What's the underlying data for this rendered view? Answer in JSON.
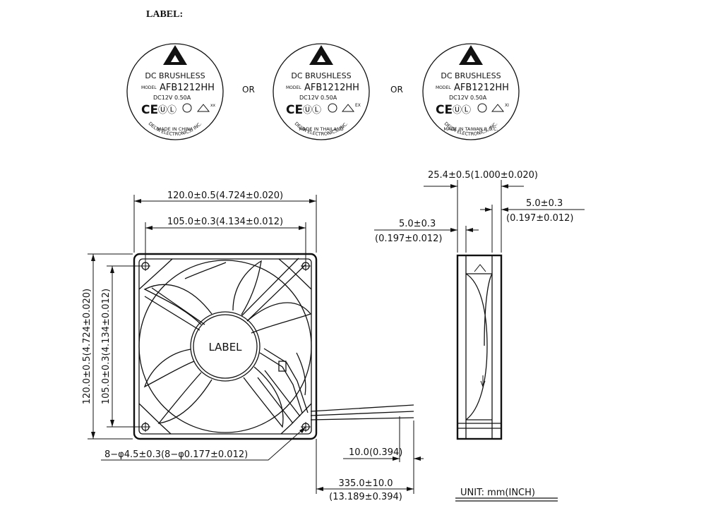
{
  "label_heading": "LABEL:",
  "or_text": "OR",
  "labels": [
    {
      "line1": "DC BRUSHLESS",
      "model_word": "MODEL",
      "model": "AFB1212HH",
      "rating": "DC12V   0.50A",
      "brand": "DELTA ELECTRONICS, INC.",
      "origin": "MADE IN CHINA",
      "suffix": "xx"
    },
    {
      "line1": "DC BRUSHLESS",
      "model_word": "MODEL",
      "model": "AFB1212HH",
      "rating": "DC12V   0.50A",
      "brand": "DELTA ELECTRONICS, INC.",
      "origin": "MADE IN THAILAND",
      "suffix": "EX"
    },
    {
      "line1": "DC BRUSHLESS",
      "model_word": "MODEL",
      "model": "AFB1212HH",
      "rating": "DC12V   0.50A",
      "brand": "DELTA ELECTRONICS, INC.",
      "origin": "MADE IN TAIWAN R.O.C.",
      "suffix": "XI"
    }
  ],
  "hub_label": "LABEL",
  "dims": {
    "width_overall": "120.0±0.5(4.724±0.020)",
    "width_holes": "105.0±0.3(4.134±0.012)",
    "height_overall": "120.0±0.5(4.724±0.020)",
    "height_holes": "105.0±0.3(4.134±0.012)",
    "holes": "8−φ4.5±0.3(8−φ0.177±0.012)",
    "depth": "25.4±0.5(1.000±0.020)",
    "flange_right_mm": "5.0±0.3",
    "flange_right_in": "(0.197±0.012)",
    "flange_left_mm": "5.0±0.3",
    "flange_left_in": "(0.197±0.012)",
    "wire_strip": "10.0(0.394)",
    "wire_length_mm": "335.0±10.0",
    "wire_length_in": "(13.189±0.394)"
  },
  "unit_text": "UNIT:  mm(INCH)"
}
